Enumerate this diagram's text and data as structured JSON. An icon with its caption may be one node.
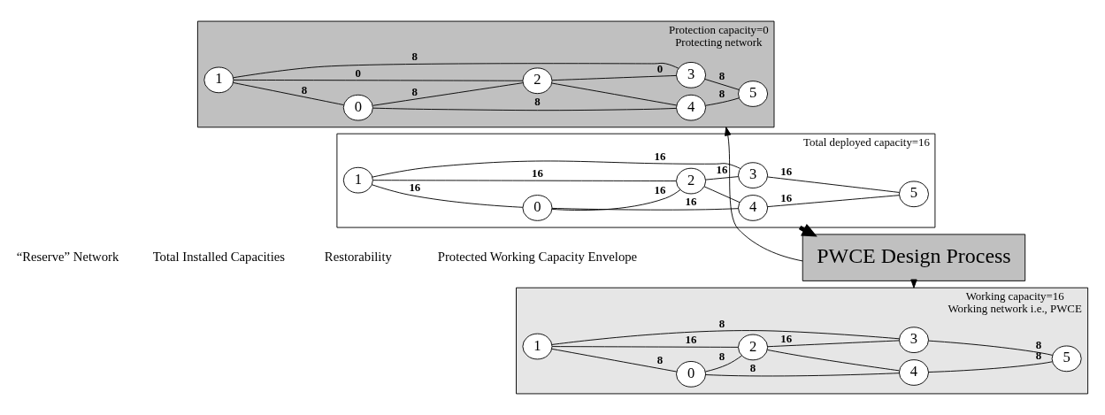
{
  "diagram": {
    "nodes": [
      {
        "text": [
          "Protection capacity=0",
          "Protecting network"
        ]
      },
      {
        "text": [
          "0"
        ],
        "in": 0
      },
      {
        "text": [
          "1"
        ],
        "in": 0
      },
      {
        "text": [
          "2"
        ],
        "in": 0
      },
      {
        "text": [
          "3"
        ],
        "in": 0
      },
      {
        "text": [
          "4"
        ],
        "in": 0
      },
      {
        "text": [
          "5"
        ],
        "in": 0
      },
      {
        "text": [
          "Total deployed capacity=16"
        ]
      },
      {
        "text": [
          "0"
        ],
        "in": 7
      },
      {
        "text": [
          "1"
        ],
        "in": 7
      },
      {
        "text": [
          "2"
        ],
        "in": 7
      },
      {
        "text": [
          "3"
        ],
        "in": 7
      },
      {
        "text": [
          "4"
        ],
        "in": 7
      },
      {
        "text": [
          "5"
        ],
        "in": 7
      },
      {
        "text": [
          "Working capacity=16",
          "Working network i.e., PWCE"
        ]
      },
      {
        "text": [
          "0"
        ],
        "in": 14
      },
      {
        "text": [
          "1"
        ],
        "in": 14
      },
      {
        "text": [
          "2"
        ],
        "in": 14
      },
      {
        "text": [
          "3"
        ],
        "in": 14
      },
      {
        "text": [
          "4"
        ],
        "in": 14
      },
      {
        "text": [
          "5"
        ],
        "in": 14
      },
      {
        "text": [
          "PWCE Design Process"
        ]
      }
    ],
    "edges": [
      {
        "from": 2,
        "to": 1,
        "arrow": "none",
        "label": "8"
      },
      {
        "from": 1,
        "to": 3,
        "arrow": "none",
        "label": "8"
      },
      {
        "from": 1,
        "to": 5,
        "arrow": "none",
        "label": "8"
      },
      {
        "from": 2,
        "to": 3,
        "arrow": "none",
        "label": "0"
      },
      {
        "from": 2,
        "to": 4,
        "arrow": "none",
        "label": "8"
      },
      {
        "from": 3,
        "to": 4,
        "arrow": "none",
        "label": "0"
      },
      {
        "from": 3,
        "to": 5,
        "arrow": "none"
      },
      {
        "from": 4,
        "to": 6,
        "arrow": "none",
        "label": "8"
      },
      {
        "from": 5,
        "to": 6,
        "arrow": "none",
        "label": "8"
      },
      {
        "from": 9,
        "to": 8,
        "arrow": "none",
        "label": "16"
      },
      {
        "from": 8,
        "to": 10,
        "arrow": "none",
        "label": "16"
      },
      {
        "from": 8,
        "to": 12,
        "arrow": "none",
        "label": "16"
      },
      {
        "from": 9,
        "to": 10,
        "arrow": "none",
        "label": "16"
      },
      {
        "from": 9,
        "to": 11,
        "arrow": "none",
        "label": "16"
      },
      {
        "from": 10,
        "to": 11,
        "arrow": "none",
        "label": "16"
      },
      {
        "from": 10,
        "to": 12,
        "arrow": "none"
      },
      {
        "from": 11,
        "to": 13,
        "arrow": "none",
        "label": "16"
      },
      {
        "from": 12,
        "to": 13,
        "arrow": "none",
        "label": "16"
      },
      {
        "from": 16,
        "to": 15,
        "arrow": "none",
        "label": "8"
      },
      {
        "from": 15,
        "to": 17,
        "arrow": "none",
        "label": "8"
      },
      {
        "from": 15,
        "to": 19,
        "arrow": "none",
        "label": "8"
      },
      {
        "from": 16,
        "to": 17,
        "arrow": "none",
        "label": "16"
      },
      {
        "from": 16,
        "to": 18,
        "arrow": "none",
        "label": "8"
      },
      {
        "from": 17,
        "to": 18,
        "arrow": "none",
        "label": "16"
      },
      {
        "from": 17,
        "to": 19,
        "arrow": "none"
      },
      {
        "from": 18,
        "to": 20,
        "arrow": "none",
        "label": "8"
      },
      {
        "from": 19,
        "to": 20,
        "arrow": "none",
        "label": "8"
      },
      {
        "from": 21,
        "to": 0,
        "arrow": "to"
      },
      {
        "from": 7,
        "to": 21,
        "arrow": "to",
        "style": "thick"
      },
      {
        "from": 21,
        "to": 14,
        "arrow": "to"
      }
    ],
    "labels": [
      "“Reserve” Network",
      "Total Installed Capacities",
      "Restorability",
      "Protected Working Capacity Envelope"
    ]
  }
}
